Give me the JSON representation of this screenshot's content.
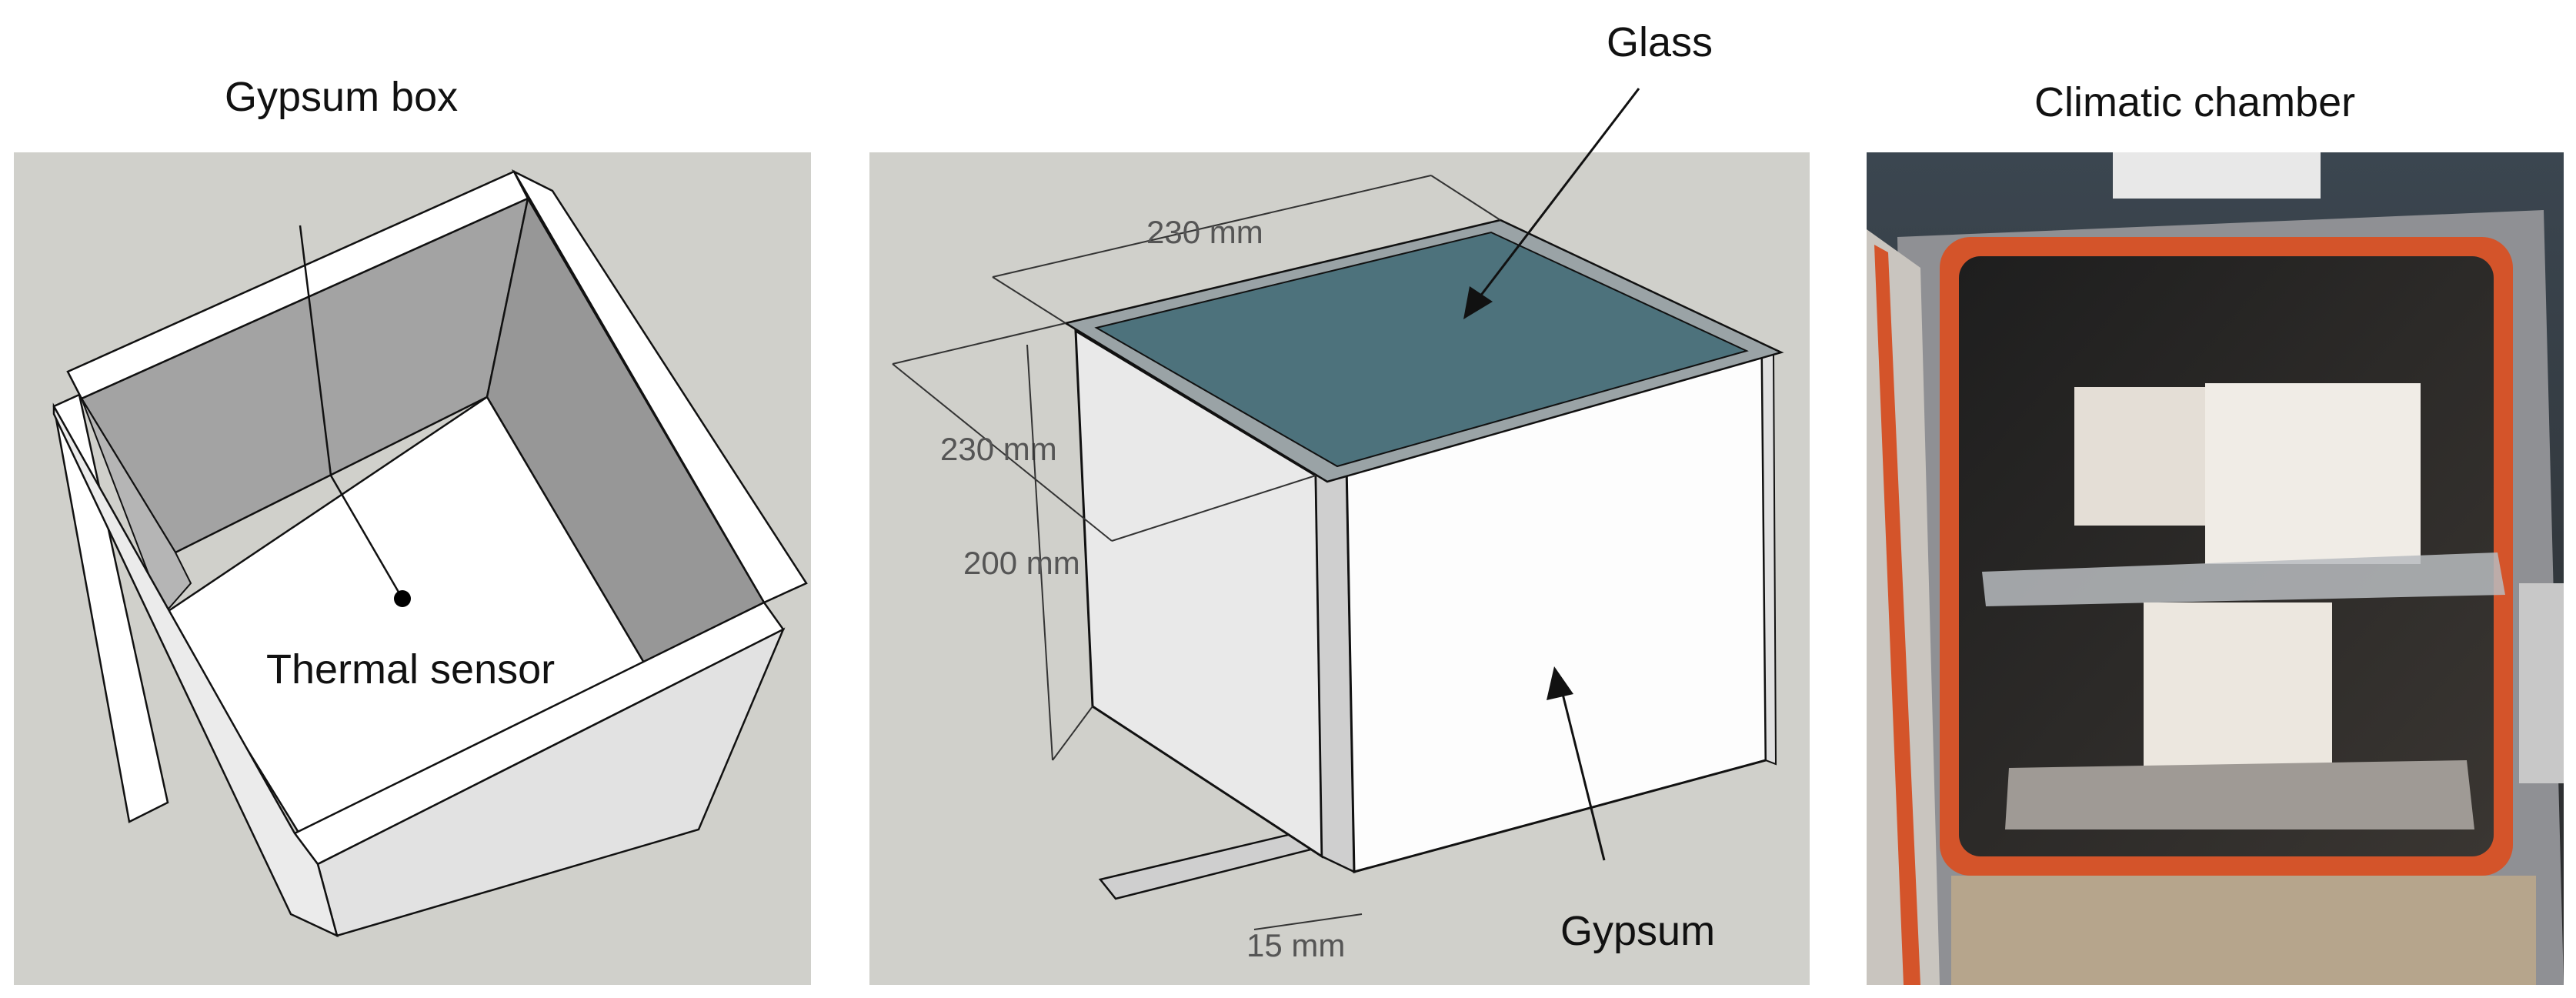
{
  "panels": {
    "left": {
      "title": "Gypsum box",
      "sensor_label": "Thermal sensor"
    },
    "middle": {
      "glass_label": "Glass",
      "gypsum_label": "Gypsum",
      "dim_top": "230 mm",
      "dim_left": "230 mm",
      "dim_height": "200 mm",
      "dim_bottom": "15 mm"
    },
    "right": {
      "title": "Climatic chamber"
    }
  },
  "colors": {
    "panel_bg": "#d0d0cb",
    "glass": "#4d727c",
    "chamber_frame": "#d4542a"
  }
}
